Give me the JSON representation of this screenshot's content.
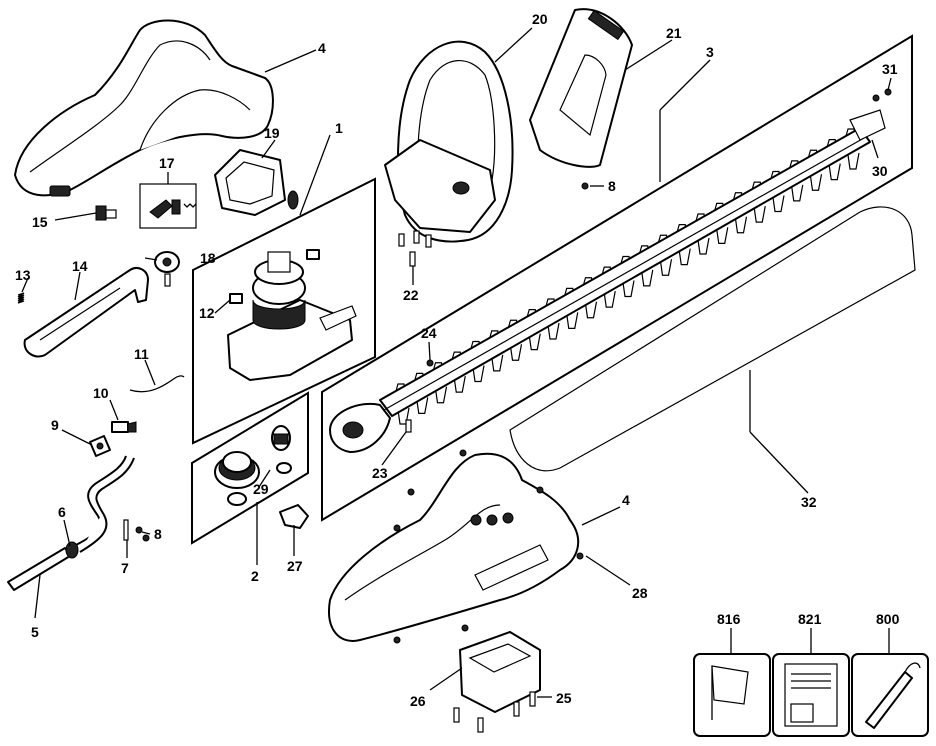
{
  "diagram": {
    "part_labels": {
      "p1": "1",
      "p2": "2",
      "p3": "3",
      "p4a": "4",
      "p4b": "4",
      "p5": "5",
      "p6": "6",
      "p7": "7",
      "p8a": "8",
      "p8b": "8",
      "p9": "9",
      "p10": "10",
      "p11": "11",
      "p12": "12",
      "p13": "13",
      "p14": "14",
      "p15": "15",
      "p17": "17",
      "p18": "18",
      "p19": "19",
      "p20": "20",
      "p21": "21",
      "p22": "22",
      "p23": "23",
      "p24": "24",
      "p25": "25",
      "p26": "26",
      "p27": "27",
      "p28": "28",
      "p29": "29",
      "p30": "30",
      "p31": "31",
      "p32": "32",
      "p816": "816",
      "p821": "821",
      "p800": "800"
    }
  }
}
